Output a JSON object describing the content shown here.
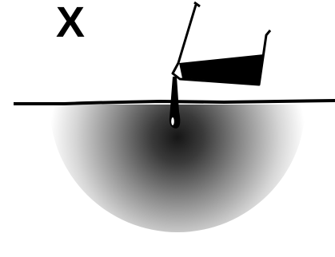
{
  "diagram": {
    "marker_label": "X",
    "icons": {
      "pouring_beaker": "pouring-beaker-icon",
      "liquid_drop": "liquid-drop-icon",
      "ground_surface": "ground-surface-line",
      "diffusion_zone": "diffusion-gradient"
    },
    "colors": {
      "ink": "#000000",
      "background": "#ffffff",
      "liquid": "#000000",
      "diffusion_core": "#1a1a1a",
      "diffusion_edge": "#ffffff"
    }
  }
}
